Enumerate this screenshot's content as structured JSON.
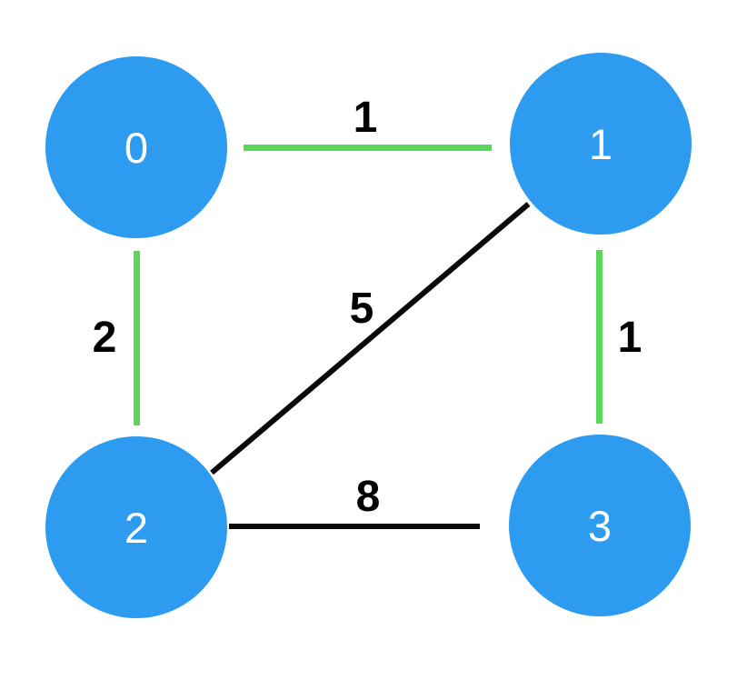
{
  "graph": {
    "type": "undirected-weighted-graph",
    "nodes": [
      {
        "id": "0",
        "label": "0"
      },
      {
        "id": "1",
        "label": "1"
      },
      {
        "id": "2",
        "label": "2"
      },
      {
        "id": "3",
        "label": "3"
      }
    ],
    "edges": [
      {
        "from": "0",
        "to": "1",
        "weight": "1",
        "color": "green"
      },
      {
        "from": "0",
        "to": "2",
        "weight": "2",
        "color": "green"
      },
      {
        "from": "1",
        "to": "3",
        "weight": "1",
        "color": "green"
      },
      {
        "from": "1",
        "to": "2",
        "weight": "5",
        "color": "black"
      },
      {
        "from": "2",
        "to": "3",
        "weight": "8",
        "color": "black"
      }
    ]
  },
  "colors": {
    "background": "#ffffff",
    "node-fill": "#2d9cf0",
    "node-label": "#ffffff",
    "highlighted-edge": "#5cd65a",
    "default-edge": "#0a0a0a"
  }
}
